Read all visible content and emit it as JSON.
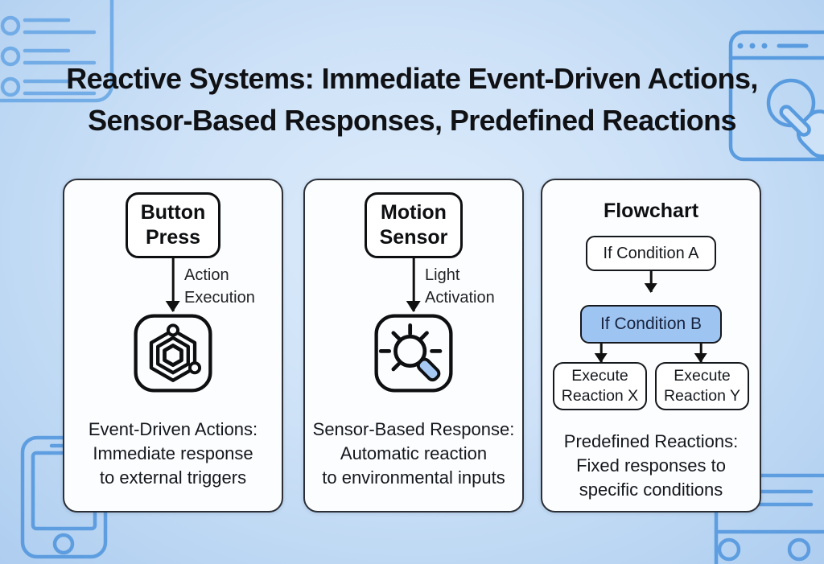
{
  "colors": {
    "background_blue": "#c6ddf5",
    "decoration_blue": "#4f95dd",
    "card_border": "#2c2f35",
    "highlight_blue": "#9ec5f2",
    "ink": "#101114"
  },
  "title": {
    "line1": "Reactive Systems: Immediate Event-Driven Actions,",
    "line2": "Sensor-Based Responses, Predefined Reactions"
  },
  "cards": [
    {
      "node": {
        "line1": "Button",
        "line2": "Press"
      },
      "arrow_label": {
        "line1": "Action",
        "line2": "Execution"
      },
      "icon": "hexagon-network-icon",
      "caption": {
        "line1": "Event-Driven Actions:",
        "line2": "Immediate response",
        "line3": "to external triggers"
      }
    },
    {
      "node": {
        "line1": "Motion",
        "line2": "Sensor"
      },
      "arrow_label": {
        "line1": "Light",
        "line2": "Activation"
      },
      "icon": "lightbulb-icon",
      "caption": {
        "line1": "Sensor-Based Response:",
        "line2": "Automatic reaction",
        "line3": "to environmental inputs"
      }
    },
    {
      "header": "Flowchart",
      "flow": {
        "condition_a": "If Condition A",
        "condition_b": "If Condition B",
        "reaction_x": {
          "line1": "Execute",
          "line2": "Reaction X"
        },
        "reaction_y": {
          "line1": "Execute",
          "line2": "Reaction Y"
        }
      },
      "caption": {
        "line1": "Predefined Reactions:",
        "line2": "Fixed responses to",
        "line3": "specific conditions"
      }
    }
  ],
  "decorations": [
    "list-panel",
    "browser-window-with-hand-cursor",
    "smartphone",
    "server"
  ]
}
